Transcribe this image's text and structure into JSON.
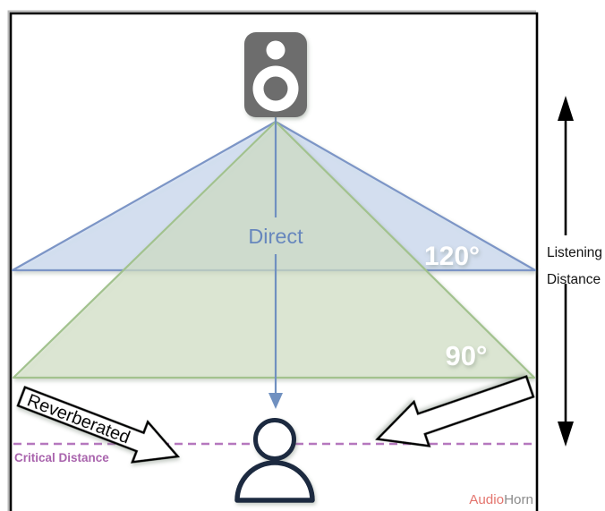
{
  "labels": {
    "direct": "Direct",
    "reverberated": "Reverberated",
    "critical_distance": "Critical Distance",
    "listening_line1": "Listening",
    "listening_line2": "Distance",
    "angle_wide": "120°",
    "angle_narrow": "90°"
  },
  "brand": {
    "audio": "Audio",
    "horn": "Horn"
  },
  "colors": {
    "cone_wide_fill": "#c9daf3",
    "cone_wide_edge": "#7b95c6",
    "cone_narrow_fill": "#d5e4c8",
    "cone_narrow_edge": "#a2c28e",
    "direct_arrow": "#7090c0",
    "direct_text": "#6787bd",
    "critical_line": "#b577be",
    "critical_text": "#a964ad",
    "speaker_gray": "#6d6d6d",
    "listener_navy": "#1e2940",
    "block_arrow_fill": "#ffffff",
    "block_arrow_outline": "#000000",
    "distance_arrow": "#000000",
    "frame": "#000000",
    "brand_audio": "#e4756e",
    "brand_horn": "#8b8b8b"
  }
}
